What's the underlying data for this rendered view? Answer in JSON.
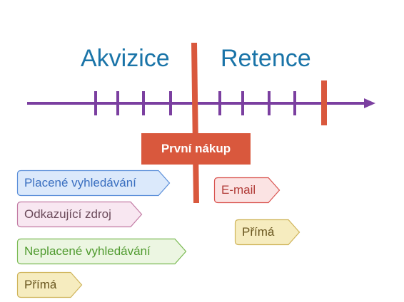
{
  "headings": {
    "acquisition": "Akvizice",
    "retention": "Retence"
  },
  "milestone": {
    "label": "První nákup"
  },
  "acquisition_channels": [
    {
      "label": "Placené vyhledávání",
      "fill": "#dbe9fb",
      "stroke": "#5b8fd9",
      "text_color": "#3a6fc0"
    },
    {
      "label": "Odkazující zdroj",
      "fill": "#f8e7f1",
      "stroke": "#c27ba4",
      "text_color": "#6b4a5a"
    },
    {
      "label": "Neplacené vyhledávání",
      "fill": "#ecf6e2",
      "stroke": "#7cbb55",
      "text_color": "#4f9a2e"
    },
    {
      "label": "Přímá",
      "fill": "#f6ecbf",
      "stroke": "#cfb45a",
      "text_color": "#6a5720"
    }
  ],
  "retention_channels": [
    {
      "label": "E-mail",
      "fill": "#fbe3e3",
      "stroke": "#d9534f",
      "text_color": "#b03a36"
    },
    {
      "label": "Přímá",
      "fill": "#f6ecbf",
      "stroke": "#cfb45a",
      "text_color": "#6a5720"
    }
  ],
  "colors": {
    "timeline": "#7b3fa0",
    "divider": "#d9583d",
    "heading": "#1a74a8"
  }
}
